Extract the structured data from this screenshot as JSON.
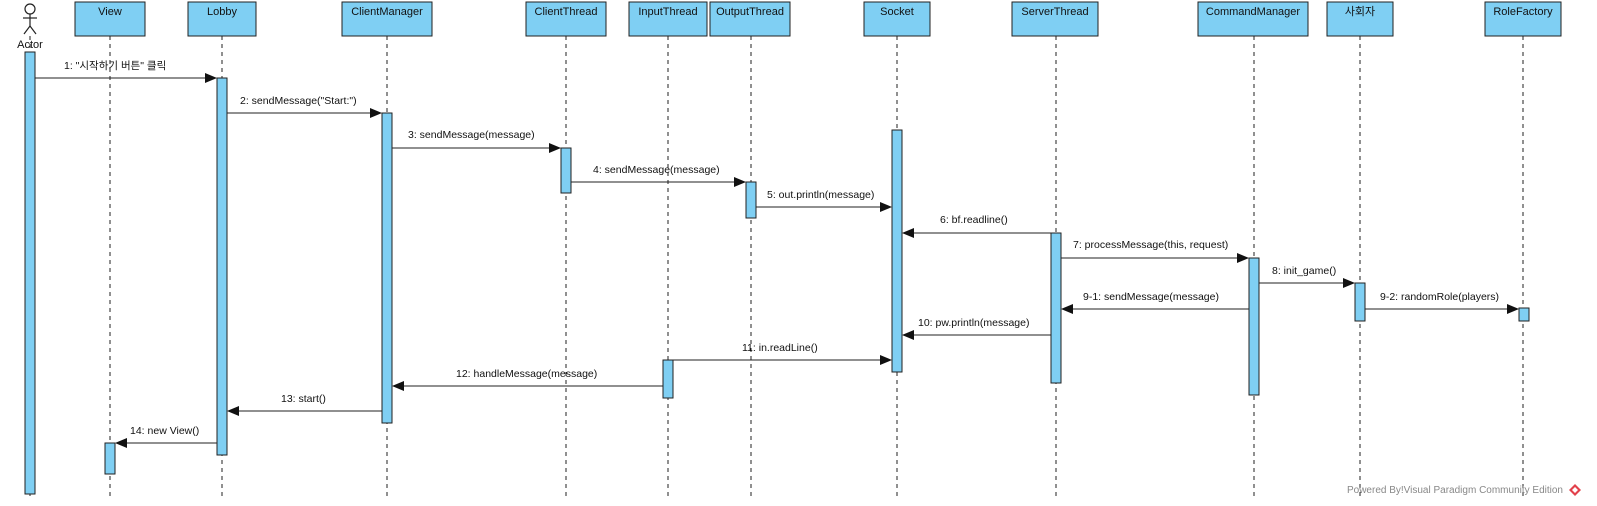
{
  "participants": [
    {
      "id": "actor",
      "label": "Actor",
      "kind": "actor"
    },
    {
      "id": "view",
      "label": "View",
      "kind": "box"
    },
    {
      "id": "lobby",
      "label": "Lobby",
      "kind": "box"
    },
    {
      "id": "clientmanager",
      "label": "ClientManager",
      "kind": "box"
    },
    {
      "id": "clientthread",
      "label": "ClientThread",
      "kind": "box"
    },
    {
      "id": "inputthread",
      "label": "InputThread",
      "kind": "box"
    },
    {
      "id": "outputthread",
      "label": "OutputThread",
      "kind": "box"
    },
    {
      "id": "socket",
      "label": "Socket",
      "kind": "box"
    },
    {
      "id": "serverthread",
      "label": "ServerThread",
      "kind": "box"
    },
    {
      "id": "commandmanager",
      "label": "CommandManager",
      "kind": "box"
    },
    {
      "id": "host",
      "label": "사회자",
      "kind": "box"
    },
    {
      "id": "rolefactory",
      "label": "RoleFactory",
      "kind": "box"
    }
  ],
  "messages": [
    {
      "id": "m1",
      "label": "1: \"시작하기 버튼\" 클릭",
      "from": "actor",
      "to": "lobby"
    },
    {
      "id": "m2",
      "label": "2: sendMessage(\"Start:\")",
      "from": "lobby",
      "to": "clientmanager"
    },
    {
      "id": "m3",
      "label": "3: sendMessage(message)",
      "from": "clientmanager",
      "to": "clientthread"
    },
    {
      "id": "m4",
      "label": "4: sendMessage(message)",
      "from": "clientthread",
      "to": "outputthread"
    },
    {
      "id": "m5",
      "label": "5: out.println(message)",
      "from": "outputthread",
      "to": "socket"
    },
    {
      "id": "m6",
      "label": "6: bf.readline()",
      "from": "serverthread",
      "to": "socket"
    },
    {
      "id": "m7",
      "label": "7: processMessage(this, request)",
      "from": "serverthread",
      "to": "commandmanager"
    },
    {
      "id": "m8",
      "label": "8: init_game()",
      "from": "commandmanager",
      "to": "host"
    },
    {
      "id": "m9",
      "label": "9-1: sendMessage(message)",
      "from": "commandmanager",
      "to": "serverthread"
    },
    {
      "id": "m9b",
      "label": "9-2: randomRole(players)",
      "from": "host",
      "to": "rolefactory"
    },
    {
      "id": "m10",
      "label": "10: pw.println(message)",
      "from": "serverthread",
      "to": "socket"
    },
    {
      "id": "m11",
      "label": "11: in.readLine()",
      "from": "inputthread",
      "to": "socket"
    },
    {
      "id": "m12",
      "label": "12: handleMessage(message)",
      "from": "inputthread",
      "to": "clientmanager"
    },
    {
      "id": "m13",
      "label": "13: start()",
      "from": "clientmanager",
      "to": "lobby"
    },
    {
      "id": "m14",
      "label": "14: new View()",
      "from": "lobby",
      "to": "view"
    }
  ],
  "colors": {
    "box_fill": "#7FCFF3",
    "stroke": "#222222"
  },
  "footer": {
    "text": "Powered By!Visual Paradigm Community Edition",
    "logo": "visual-paradigm-logo-icon"
  }
}
